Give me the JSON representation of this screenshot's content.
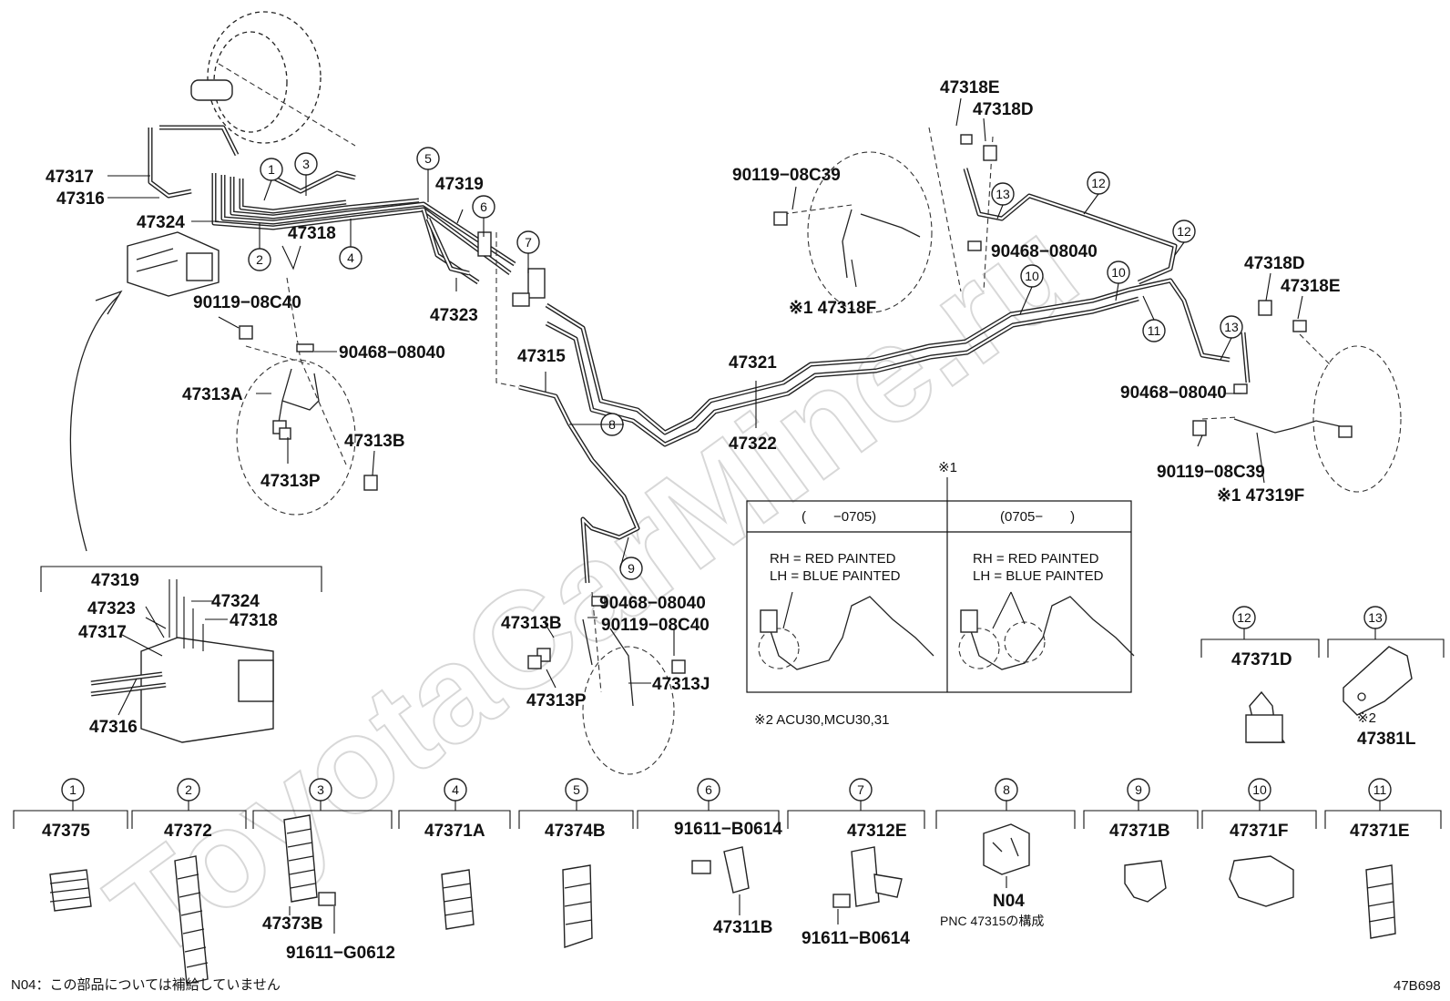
{
  "watermark": "ToyotaCarMine.ru",
  "diagram_code": "47B698",
  "footnote_n04": "N04：この部品については補給していません",
  "note_x2": "※2 ACU30,MCU30,31",
  "top_labels": {
    "p47317": "47317",
    "p47316": "47316",
    "p47324": "47324",
    "p47318": "47318",
    "p90119_08C40_a": "90119−08C40",
    "p90468_08040_a": "90468−08040",
    "p47313A": "47313A",
    "p47313B_a": "47313B",
    "p47313P_a": "47313P",
    "p47319": "47319",
    "p47323": "47323",
    "p47315": "47315",
    "p47321": "47321",
    "p47322": "47322",
    "p90119_08C39_a": "90119−08C39",
    "x1_47318F": "※1 47318F",
    "p47318E_a": "47318E",
    "p47318D_a": "47318D",
    "p90468_08040_b": "90468−08040",
    "p47318D_b": "47318D",
    "p47318E_b": "47318E",
    "p90468_08040_c": "90468−08040",
    "p90119_08C39_b": "90119−08C39",
    "x1_47319F": "※1 47319F",
    "p90468_08040_d": "90468−08040",
    "p90119_08C40_b": "90119−08C40",
    "p47313B_b": "47313B",
    "p47313J": "47313J",
    "p47313P_b": "47313P",
    "x1_mark": "※1"
  },
  "inset_labels": {
    "p47319": "47319",
    "p47323": "47323",
    "p47324": "47324",
    "p47318": "47318",
    "p47317": "47317",
    "p47316": "47316"
  },
  "painted_table": {
    "col1_header": "(　　−0705)",
    "col2_header": "(0705−　　)",
    "rh": "RH = RED PAINTED",
    "lh": "LH = BLUE PAINTED"
  },
  "circle_numbers": [
    "1",
    "2",
    "3",
    "4",
    "5",
    "6",
    "7",
    "8",
    "9",
    "10",
    "11",
    "12",
    "13"
  ],
  "side_parts": [
    {
      "num": "12",
      "label": "47371D"
    },
    {
      "num": "13",
      "label": "47381L",
      "note": "※2"
    }
  ],
  "bottom_parts": [
    {
      "num": "1",
      "label": "47375"
    },
    {
      "num": "2",
      "label": "47372"
    },
    {
      "num": "3",
      "label": "",
      "sub1": "47373B",
      "sub2": "91611−G0612"
    },
    {
      "num": "4",
      "label": "47371A"
    },
    {
      "num": "5",
      "label": "47374B"
    },
    {
      "num": "6",
      "label": "91611−B0614",
      "sub1": "47311B"
    },
    {
      "num": "7",
      "label": "47312E",
      "sub1": "91611−B0614"
    },
    {
      "num": "8",
      "label": "",
      "sub1": "N04",
      "sub2": "PNC 47315の構成"
    },
    {
      "num": "9",
      "label": "47371B"
    },
    {
      "num": "10",
      "label": "47371F"
    },
    {
      "num": "11",
      "label": "47371E"
    }
  ]
}
